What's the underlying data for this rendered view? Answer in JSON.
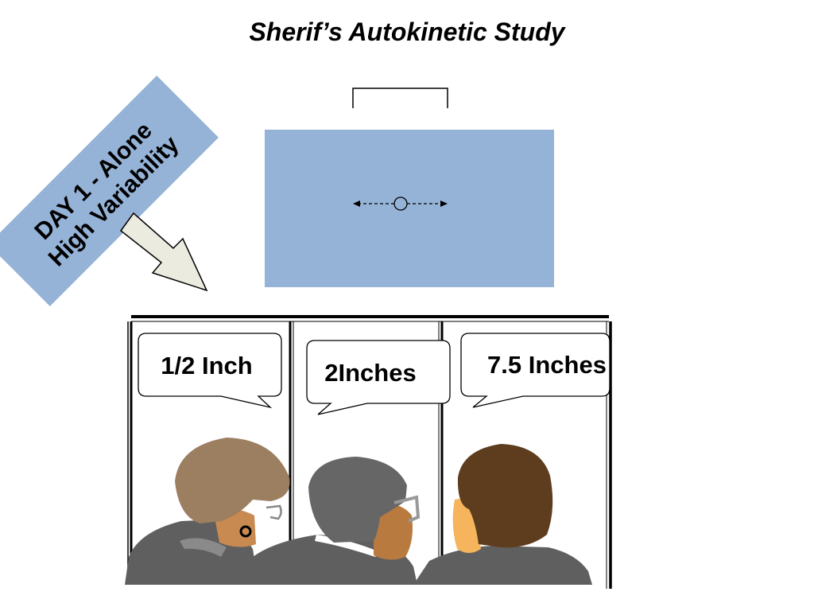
{
  "title": "Sherif’s Autokinetic Study",
  "banner": {
    "line1": "DAY 1 - Alone",
    "line2": "High Variability",
    "color": "#95b3d7"
  },
  "screen": {
    "color": "#95b3d7"
  },
  "speech_bubbles": [
    {
      "text": "1/2 Inch"
    },
    {
      "text": "2Inches"
    },
    {
      "text": "7.5 Inches"
    }
  ],
  "participants": [
    {
      "hair_color": "#9c7e61",
      "skin_color": "#c88a50"
    },
    {
      "hair_color": "#666666",
      "skin_color": "#b87a3e"
    },
    {
      "hair_color": "#5e3c1e",
      "skin_color": "#f6b55c"
    }
  ],
  "colors": {
    "clothing": "#5f5f5f",
    "arrow_fill": "#ecebe0"
  }
}
